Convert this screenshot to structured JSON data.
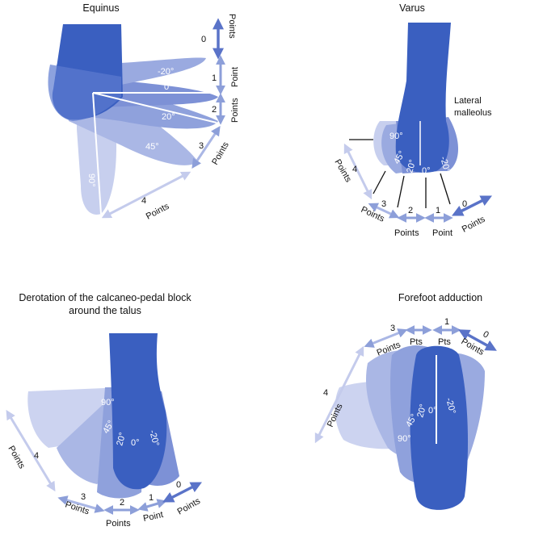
{
  "panels": {
    "equinus": {
      "title": "Equinus",
      "angles": [
        "-20°",
        "0°",
        "20°",
        "45°",
        "90°"
      ],
      "scores": [
        {
          "num": "0",
          "word": "Points"
        },
        {
          "num": "1",
          "word": "Point"
        },
        {
          "num": "2",
          "word": "Points"
        },
        {
          "num": "3",
          "word": "Points"
        },
        {
          "num": "4",
          "word": "Points"
        }
      ]
    },
    "varus": {
      "title": "Varus",
      "annotation_line1": "Lateral",
      "annotation_line2": "malleolus",
      "angles": [
        "90°",
        "45°",
        "20°",
        "0°",
        "-20°"
      ],
      "scores": [
        {
          "num": "4",
          "word": "Points"
        },
        {
          "num": "3",
          "word": "Points"
        },
        {
          "num": "2",
          "word": "Points"
        },
        {
          "num": "1",
          "word": "Point"
        },
        {
          "num": "0",
          "word": "Points"
        }
      ]
    },
    "derotation": {
      "title_line1": "Derotation of the calcaneo-pedal block",
      "title_line2": "around the talus",
      "angles": [
        "90°",
        "45°",
        "20°",
        "0°",
        "-20°"
      ],
      "scores": [
        {
          "num": "4",
          "word": "Points"
        },
        {
          "num": "3",
          "word": "Points"
        },
        {
          "num": "2",
          "word": "Points"
        },
        {
          "num": "1",
          "word": "Point"
        },
        {
          "num": "0",
          "word": "Points"
        }
      ]
    },
    "forefoot": {
      "title": "Forefoot adduction",
      "angles": [
        "90°",
        "45°",
        "20°",
        "0°",
        "-20°"
      ],
      "scores": [
        {
          "num": "4",
          "word": "Points"
        },
        {
          "num": "3",
          "word": "Points"
        },
        {
          "num": "",
          "word": "Pts"
        },
        {
          "num": "1",
          "word": "Pts"
        },
        {
          "num": "0",
          "word": "Points"
        }
      ]
    }
  },
  "colors": {
    "dark": "#3a5fc0",
    "mid": "#6f87cf",
    "light": "#b9c3e8",
    "arrow_dark": "#5a73c8",
    "arrow_light": "#c4cbec"
  }
}
